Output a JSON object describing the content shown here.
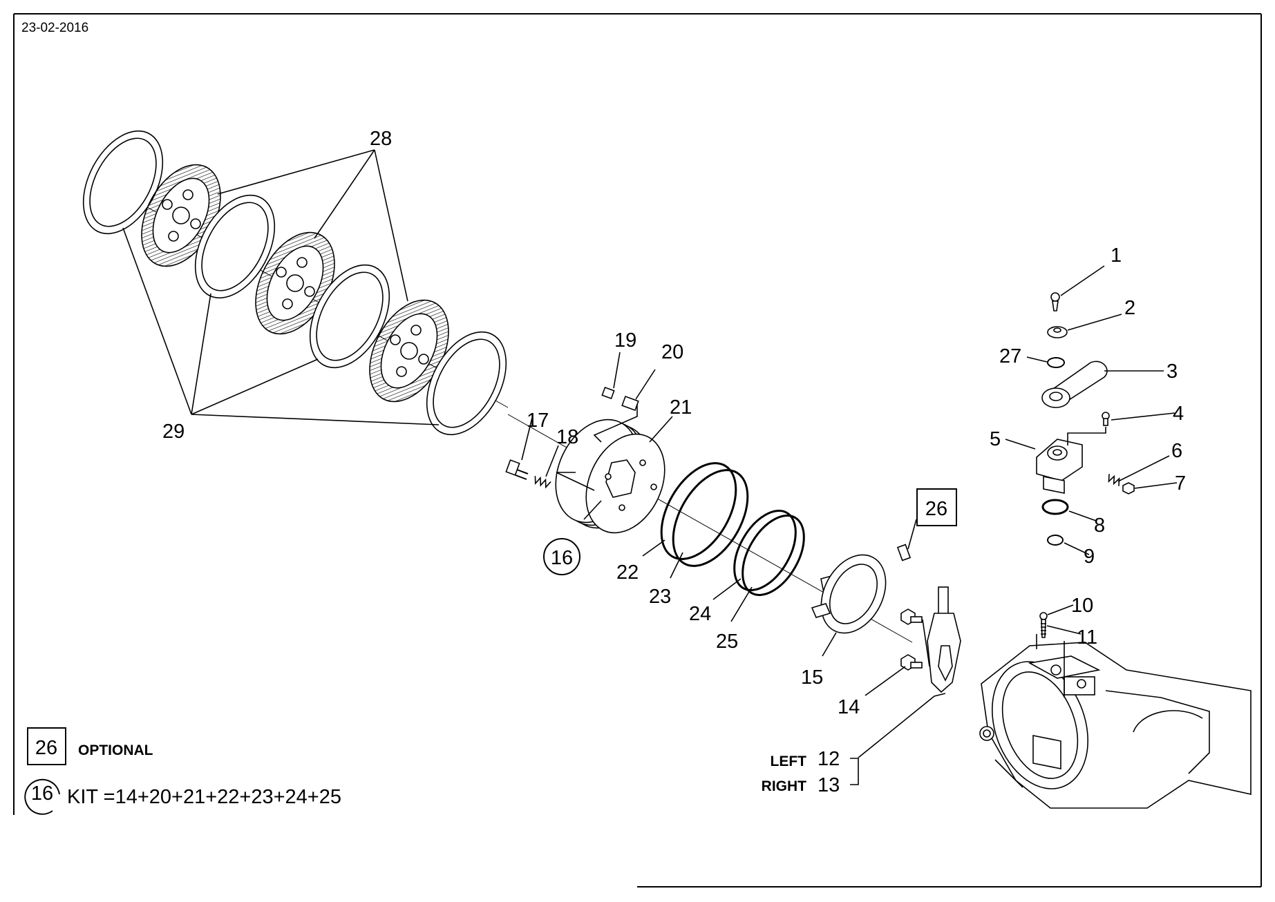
{
  "header": {
    "date": "23-02-2016"
  },
  "callouts": {
    "p1": "1",
    "p2": "2",
    "p3": "3",
    "p4": "4",
    "p5": "5",
    "p6": "6",
    "p7": "7",
    "p8": "8",
    "p9": "9",
    "p10": "10",
    "p11": "11",
    "p12": "12",
    "p13": "13",
    "p14": "14",
    "p15": "15",
    "p16": "16",
    "p17": "17",
    "p18": "18",
    "p19": "19",
    "p20": "20",
    "p21": "21",
    "p22": "22",
    "p23": "23",
    "p24": "24",
    "p25": "25",
    "p26": "26",
    "p27": "27",
    "p28": "28",
    "p29": "29"
  },
  "side_labels": {
    "left": "LEFT",
    "right": "RIGHT"
  },
  "legend": {
    "optional_ref": "26",
    "optional_text": "OPTIONAL",
    "kit_ref": "16",
    "kit_text": "KIT =14+20+21+22+23+24+25"
  }
}
